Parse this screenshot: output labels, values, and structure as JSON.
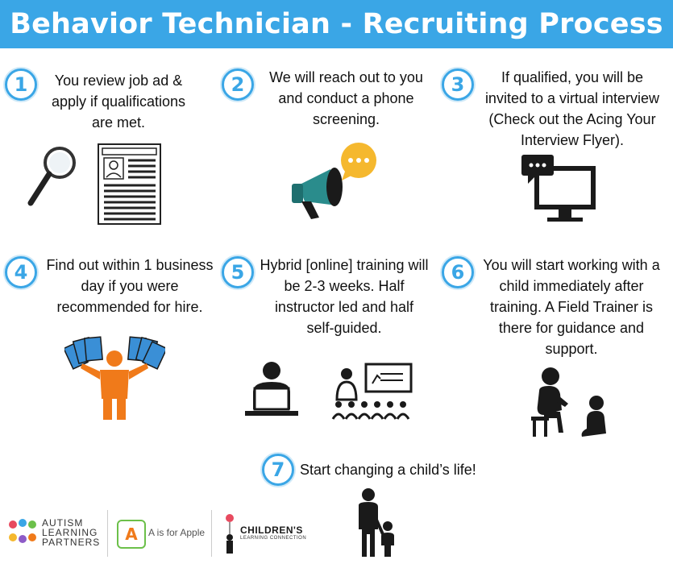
{
  "title": "Behavior Technician - Recruiting Process",
  "colors": {
    "banner": "#3aa6e6",
    "badge": "#3aa6e6",
    "teal": "#2a8c8c",
    "yellow": "#f5b82e",
    "orange": "#f07a1a",
    "card_blue": "#3a8fd6",
    "dark": "#1a1a1a"
  },
  "steps": [
    {
      "number": "1",
      "text": "You review job ad & apply if qualifications are met.",
      "icons": [
        "magnifying-glass-icon",
        "resume-document-icon"
      ]
    },
    {
      "number": "2",
      "text": "We will reach out to you and conduct a phone screening.",
      "icons": [
        "megaphone-icon",
        "chat-bubble-icon"
      ]
    },
    {
      "number": "3",
      "text": "If qualified, you will be invited to a virtual interview (Check out the Acing Your Interview Flyer).",
      "icons": [
        "computer-monitor-icon",
        "chat-bubble-icon"
      ]
    },
    {
      "number": "4",
      "text": "Find out within 1 business day if you were recommended for hire.",
      "icons": [
        "person-holding-cards-icon"
      ]
    },
    {
      "number": "5",
      "text": "Hybrid [online] training will be 2-3 weeks. Half instructor led and half self-guided.",
      "icons": [
        "laptop-user-icon",
        "classroom-presentation-icon"
      ]
    },
    {
      "number": "6",
      "text": "You will start working with a child immediately after training. A Field Trainer is there for guidance and support.",
      "icons": [
        "adult-seated-icon",
        "child-seated-icon"
      ]
    },
    {
      "number": "7",
      "text": "Start changing a child’s life!",
      "icons": [
        "adult-with-child-icon"
      ]
    }
  ],
  "logos": {
    "autism": {
      "line1": "AUTISM",
      "line2": "LEARNING",
      "line3": "PARTNERS"
    },
    "apple": {
      "text": "A is for Apple"
    },
    "childrens": {
      "line1": "CHILDREN'S",
      "line2": "LEARNING CONNECTION"
    }
  }
}
